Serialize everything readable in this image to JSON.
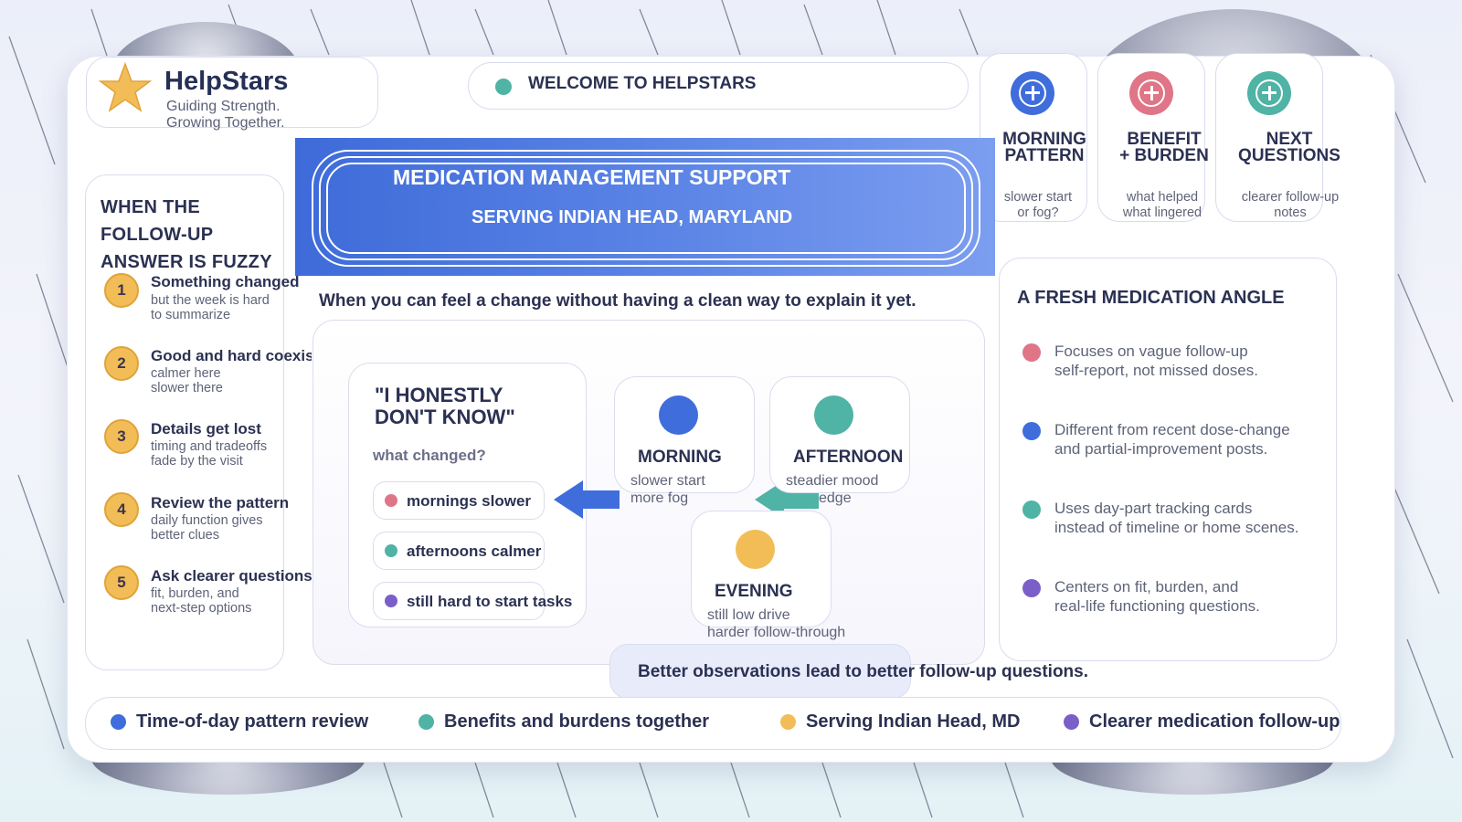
{
  "brand": {
    "name": "HelpStars",
    "tagline_1": "Guiding Strength.",
    "tagline_2": "Growing Together."
  },
  "welcome": {
    "label": "WELCOME TO HELPSTARS"
  },
  "top_cards": [
    {
      "title_1": "MORNING",
      "title_2": "PATTERN",
      "sub_1": "slower start",
      "sub_2": "or fog?",
      "color": "#3f6ddb"
    },
    {
      "title_1": "BENEFIT",
      "title_2": "+ BURDEN",
      "sub_1": "what helped",
      "sub_2": "what lingered",
      "color": "#e07587"
    },
    {
      "title_1": "NEXT",
      "title_2": "QUESTIONS",
      "sub_1": "clearer follow-up",
      "sub_2": "notes",
      "color": "#4fb3a5"
    }
  ],
  "banner": {
    "title": "MEDICATION MANAGEMENT SUPPORT",
    "subtitle": "SERVING INDIAN HEAD, MARYLAND"
  },
  "sidebar": {
    "heading_1": "WHEN THE",
    "heading_2": "FOLLOW-UP",
    "heading_3": "ANSWER IS FUZZY",
    "steps": [
      {
        "num": "1",
        "title": "Something changed",
        "sub_1": "but the week is hard",
        "sub_2": "to summarize"
      },
      {
        "num": "2",
        "title": "Good and hard coexist",
        "sub_1": "calmer here",
        "sub_2": "slower there"
      },
      {
        "num": "3",
        "title": "Details get lost",
        "sub_1": "timing and tradeoffs",
        "sub_2": "fade by the visit"
      },
      {
        "num": "4",
        "title": "Review the pattern",
        "sub_1": "daily function gives",
        "sub_2": "better clues"
      },
      {
        "num": "5",
        "title": "Ask clearer questions",
        "sub_1": "fit, burden, and",
        "sub_2": "next-step options"
      }
    ]
  },
  "intro_line": "When you can feel a change without having a clean way to explain it yet.",
  "quote_card": {
    "quote_1": "\"I HONESTLY",
    "quote_2": "DON'T KNOW\"",
    "prompt": "what changed?",
    "chips": [
      {
        "label": "mornings slower",
        "color": "#e07587"
      },
      {
        "label": "afternoons calmer",
        "color": "#4fb3a5"
      },
      {
        "label": "still hard to start tasks",
        "color": "#7a5fc8"
      }
    ]
  },
  "dayparts": [
    {
      "title": "MORNING",
      "sub_1": "slower start",
      "sub_2": "more fog",
      "color": "#3f6ddb"
    },
    {
      "title": "AFTERNOON",
      "sub_1": "steadier mood",
      "sub_2": "edge",
      "color": "#4fb3a5"
    },
    {
      "title": "EVENING",
      "sub_1": "still low drive",
      "sub_2": "harder follow-through",
      "color": "#f2bd57"
    }
  ],
  "better_note": "Better observations lead to better follow-up questions.",
  "fresh": {
    "heading": "A FRESH MEDICATION ANGLE",
    "items": [
      {
        "line_1": "Focuses on vague follow-up",
        "line_2": "self-report, not missed doses.",
        "color": "#e07587"
      },
      {
        "line_1": "Different from recent dose-change",
        "line_2": "and partial-improvement posts.",
        "color": "#3f6ddb"
      },
      {
        "line_1": "Uses day-part tracking cards",
        "line_2": "instead of timeline or home scenes.",
        "color": "#4fb3a5"
      },
      {
        "line_1": "Centers on fit, burden, and",
        "line_2": "real-life functioning questions.",
        "color": "#7a5fc8"
      }
    ]
  },
  "legend": [
    {
      "label": "Time-of-day pattern review",
      "color": "#3f6ddb"
    },
    {
      "label": "Benefits and burdens together",
      "color": "#4fb3a5"
    },
    {
      "label": "Serving Indian Head, MD",
      "color": "#f2bd57"
    },
    {
      "label": "Clearer medication follow-up",
      "color": "#7a5fc8"
    }
  ]
}
